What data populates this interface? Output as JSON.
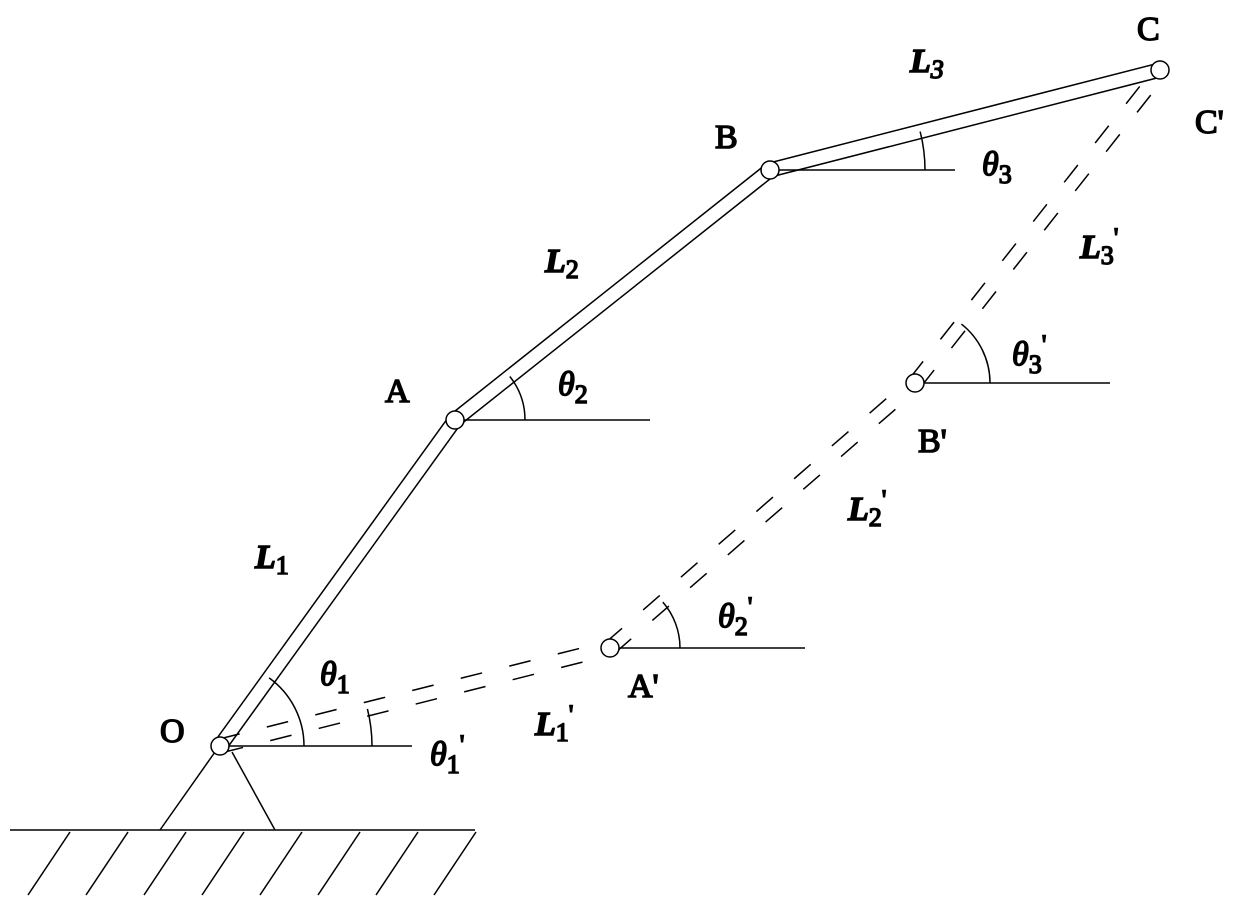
{
  "points": {
    "O": "O",
    "A": "A",
    "B": "B",
    "C": "C",
    "A_prime": "A'",
    "B_prime": "B'",
    "C_prime": "C'"
  },
  "links": {
    "L1": {
      "main": "L",
      "sub": "1",
      "prime": ""
    },
    "L2": {
      "main": "L",
      "sub": "2",
      "prime": ""
    },
    "L3": {
      "main": "L",
      "sub": "3",
      "prime": ""
    },
    "L1p": {
      "main": "L",
      "sub": "1",
      "prime": "'"
    },
    "L2p": {
      "main": "L",
      "sub": "2",
      "prime": "'"
    },
    "L3p": {
      "main": "L",
      "sub": "3",
      "prime": "'"
    }
  },
  "angles": {
    "t1": {
      "main": "θ",
      "sub": "1",
      "prime": ""
    },
    "t2": {
      "main": "θ",
      "sub": "2",
      "prime": ""
    },
    "t3": {
      "main": "θ",
      "sub": "3",
      "prime": ""
    },
    "t1p": {
      "main": "θ",
      "sub": "1",
      "prime": "'"
    },
    "t2p": {
      "main": "θ",
      "sub": "2",
      "prime": "'"
    },
    "t3p": {
      "main": "θ",
      "sub": "3",
      "prime": "'"
    }
  }
}
